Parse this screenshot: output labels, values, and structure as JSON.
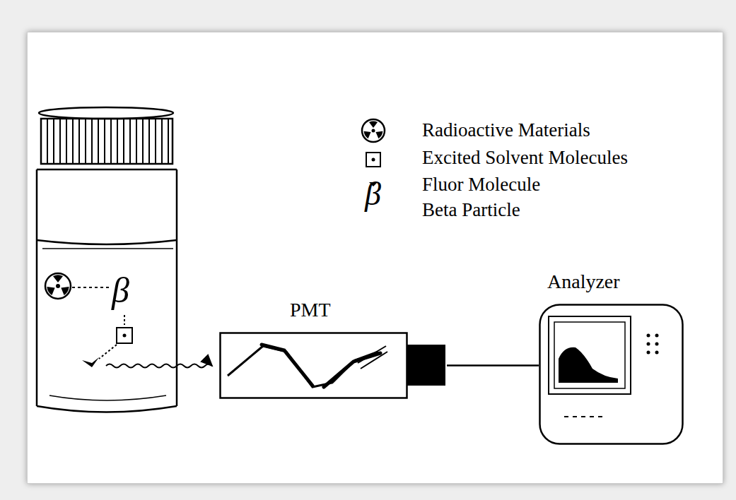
{
  "diagram": {
    "nodes": [
      {
        "text": [
          "PMT"
        ]
      },
      {
        "text": [
          "Analyzer"
        ]
      }
    ],
    "edges": [
      {
        "from": 0,
        "to": 1,
        "arrow": "none"
      }
    ],
    "labels": [
      "β",
      "β"
    ],
    "legend": [
      {
        "text": "Radioactive Materials"
      },
      {
        "text": "Excited Solvent Molecules"
      },
      {
        "text": "Fluor Molecule"
      },
      {
        "text": "Beta Particle"
      }
    ]
  }
}
